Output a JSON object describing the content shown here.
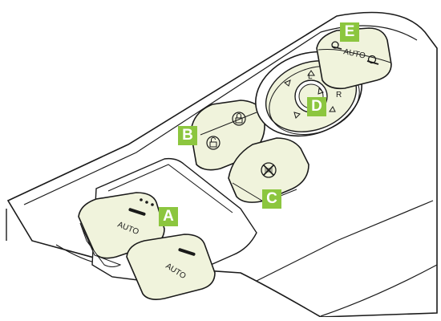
{
  "callouts": {
    "a": "A",
    "b": "B",
    "c": "C",
    "d": "D",
    "e": "E"
  },
  "labels": {
    "auto_front": "AUTO",
    "auto_rear": "AUTO",
    "auto_sunshade": "AUTO",
    "mirror_left": "L",
    "mirror_right": "R"
  },
  "colors": {
    "callout": "#8cc63f",
    "button_fill": "#f0f3dc",
    "outline": "#1a1a1a"
  },
  "icons": {
    "window_lock_top": "lock-icon",
    "window_unlock_bottom": "unlock-icon",
    "window_lockout": "window-lockout-icon",
    "mirror_arrows": "direction-arrows-icon",
    "sunshade": "sunshade-icon"
  }
}
